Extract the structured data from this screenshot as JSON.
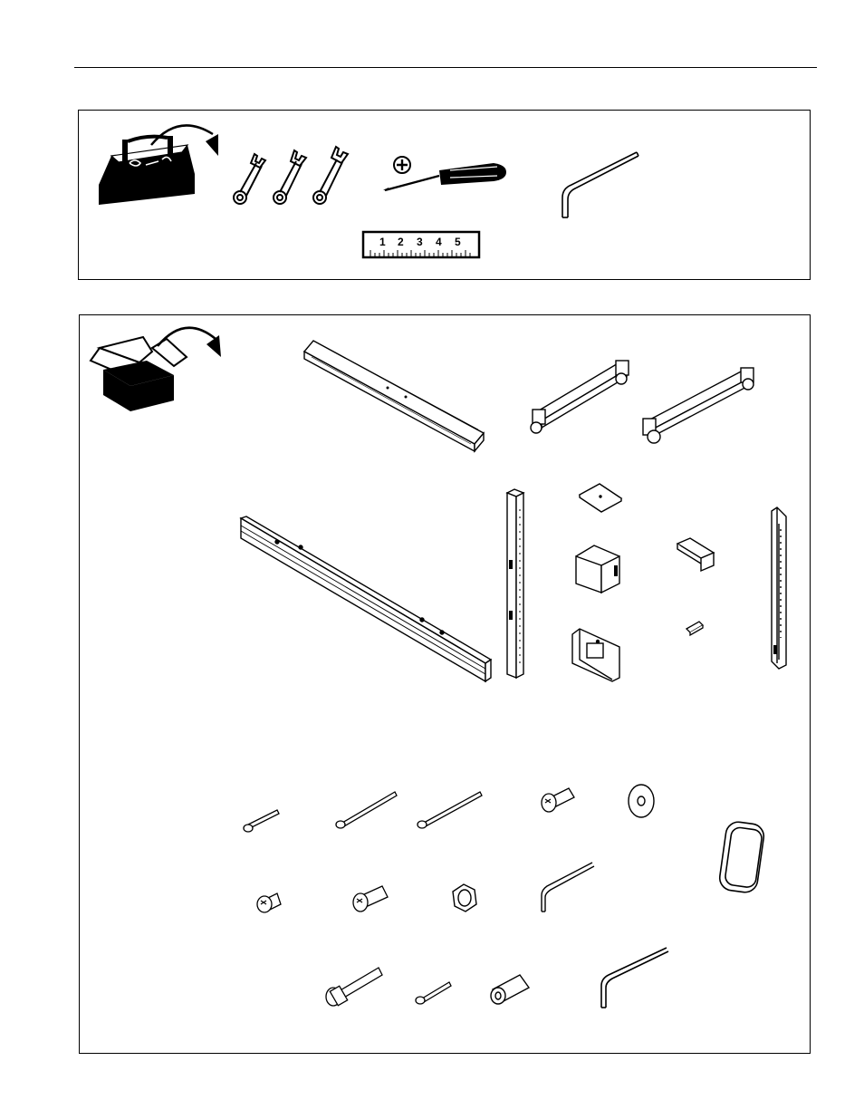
{
  "ruler": {
    "numbers": [
      "1",
      "2",
      "3",
      "4",
      "5"
    ]
  },
  "icons": {
    "tools_panel": [
      "toolbox-icon",
      "open-arrow-icon",
      "wrench-icon",
      "phillips-screwdriver-icon",
      "plus-sign-icon",
      "ruler-icon",
      "hex-key-icon"
    ],
    "parts_panel": [
      "open-box-icon",
      "open-arrow-icon",
      "base-beam",
      "caster-foot",
      "mounting-rail",
      "upright-column",
      "cover-plate",
      "u-bracket",
      "mounting-plate",
      "angle-bracket",
      "anchor-plug",
      "vertical-bracket",
      "long-bolt",
      "flanged-bolt",
      "washer",
      "hex-key",
      "end-cap",
      "hex-nut",
      "socket-bolt",
      "short-bolt",
      "spacer"
    ]
  }
}
